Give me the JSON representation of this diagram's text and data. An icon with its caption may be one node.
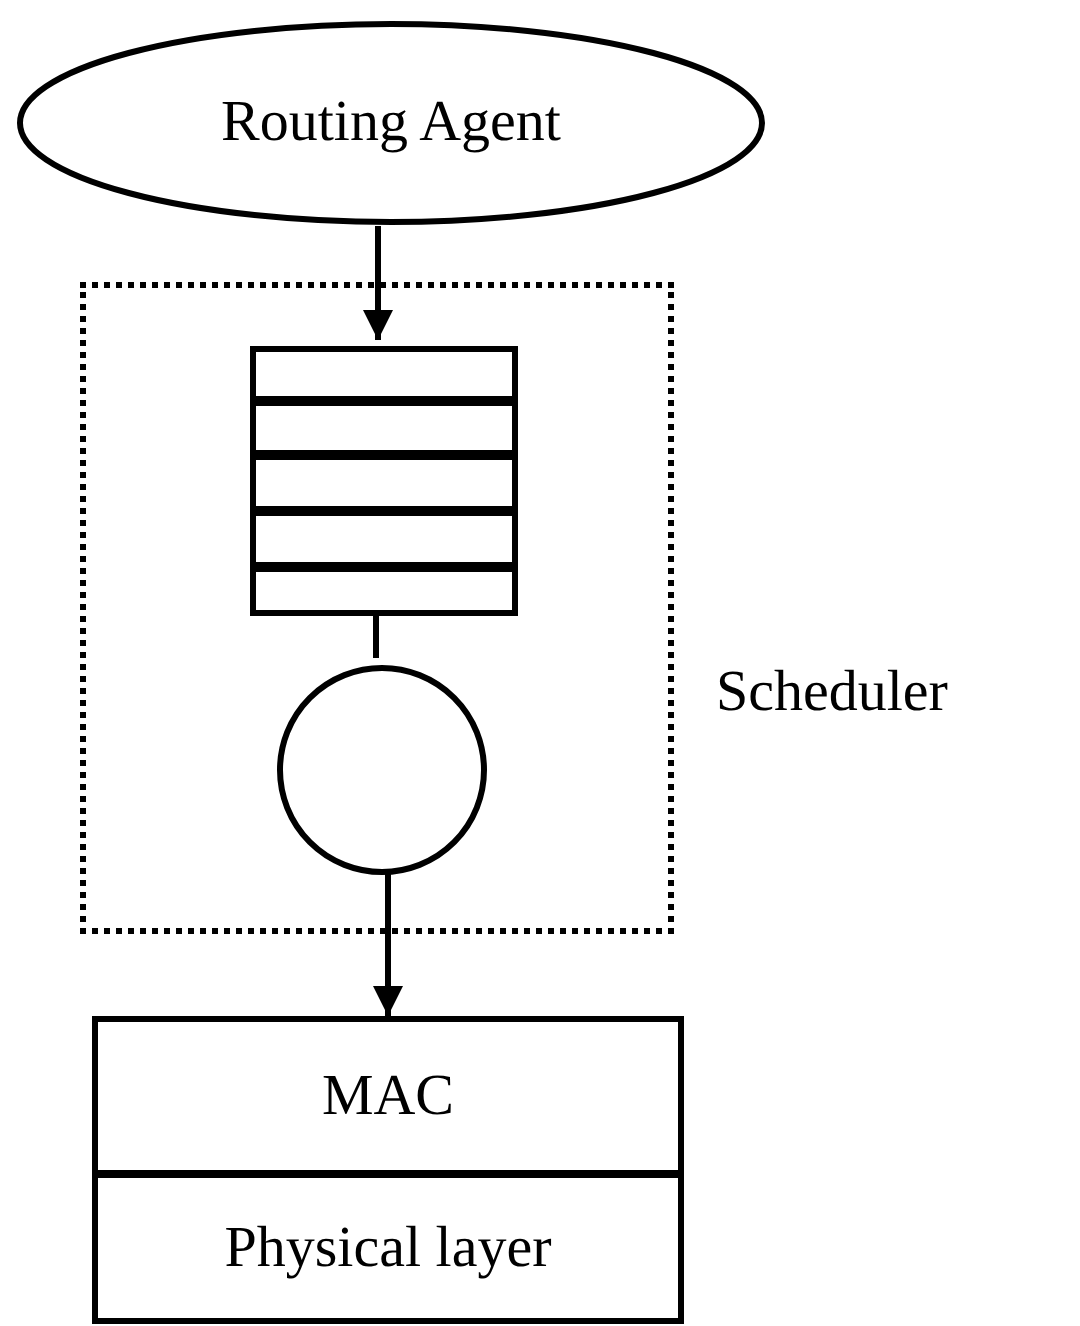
{
  "diagram": {
    "nodes": [
      {
        "text": [
          "Routing Agent"
        ]
      },
      {
        "text": [],
        "shape": "box",
        "beside": [
          "Scheduler"
        ]
      },
      {
        "text": [],
        "shape": "box",
        "in": 1
      },
      {
        "text": [],
        "shape": "circle",
        "in": 1
      },
      {
        "text": [
          "MAC"
        ]
      },
      {
        "text": [
          "Physical layer"
        ]
      }
    ],
    "edges": [
      {
        "from": 0,
        "to": 2,
        "arrow": "to"
      },
      {
        "from": 2,
        "to": 3,
        "arrow": "none"
      },
      {
        "from": 3,
        "to": 4,
        "arrow": "to"
      }
    ]
  }
}
